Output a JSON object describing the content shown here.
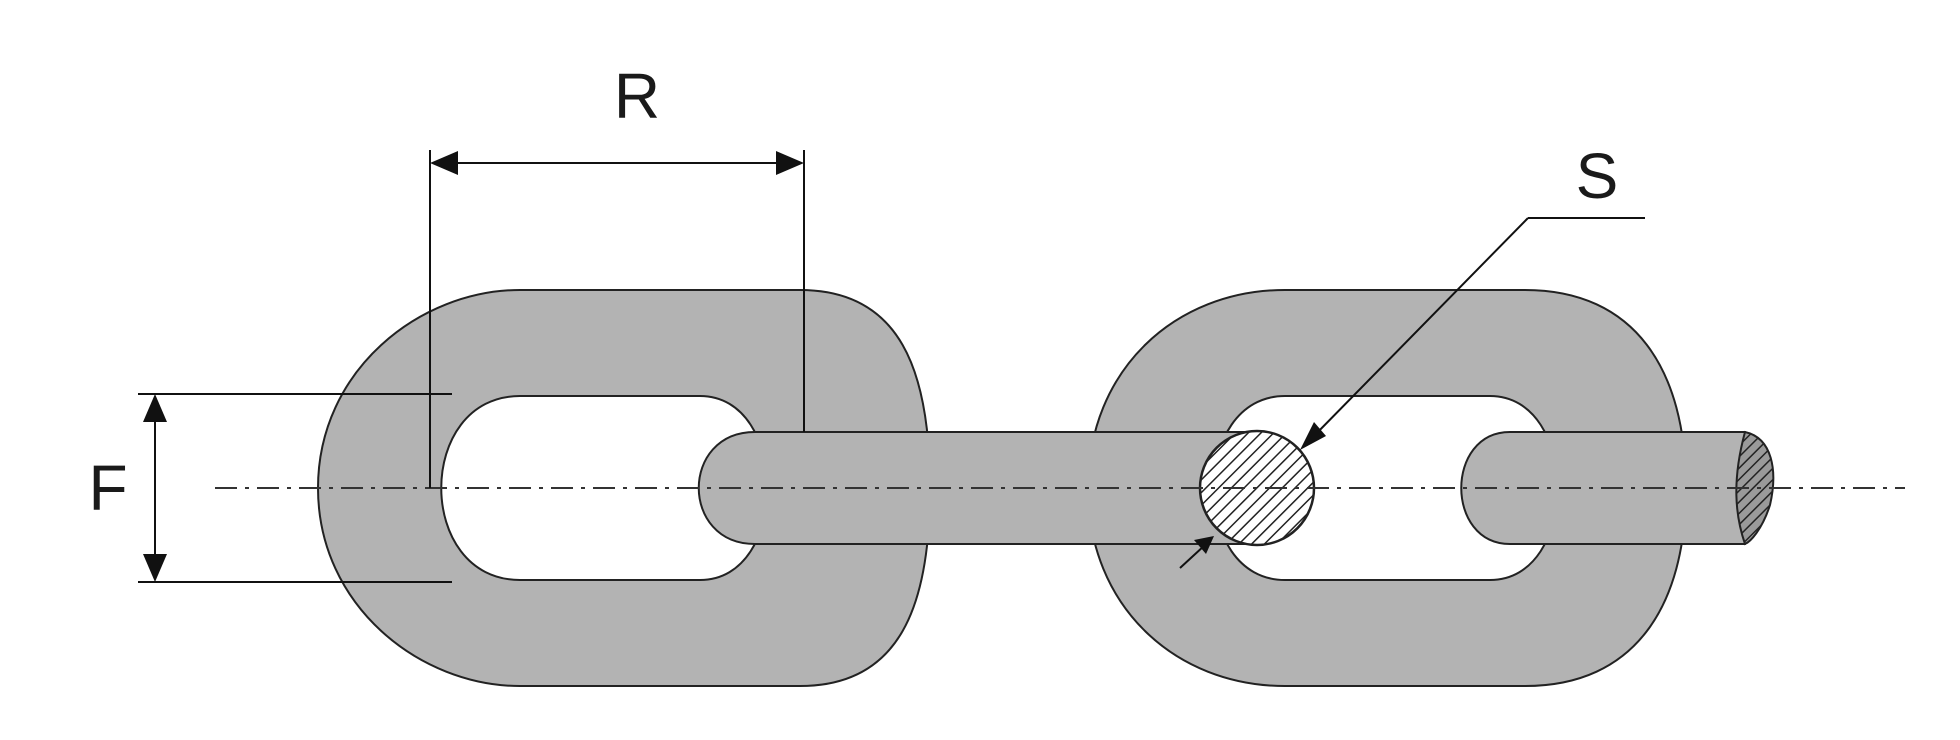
{
  "labels": {
    "pitch": "R",
    "width": "F",
    "diameter": "S"
  },
  "colors": {
    "link_fill": "#b3b3b3",
    "outline": "#222222",
    "background": "#ffffff"
  }
}
